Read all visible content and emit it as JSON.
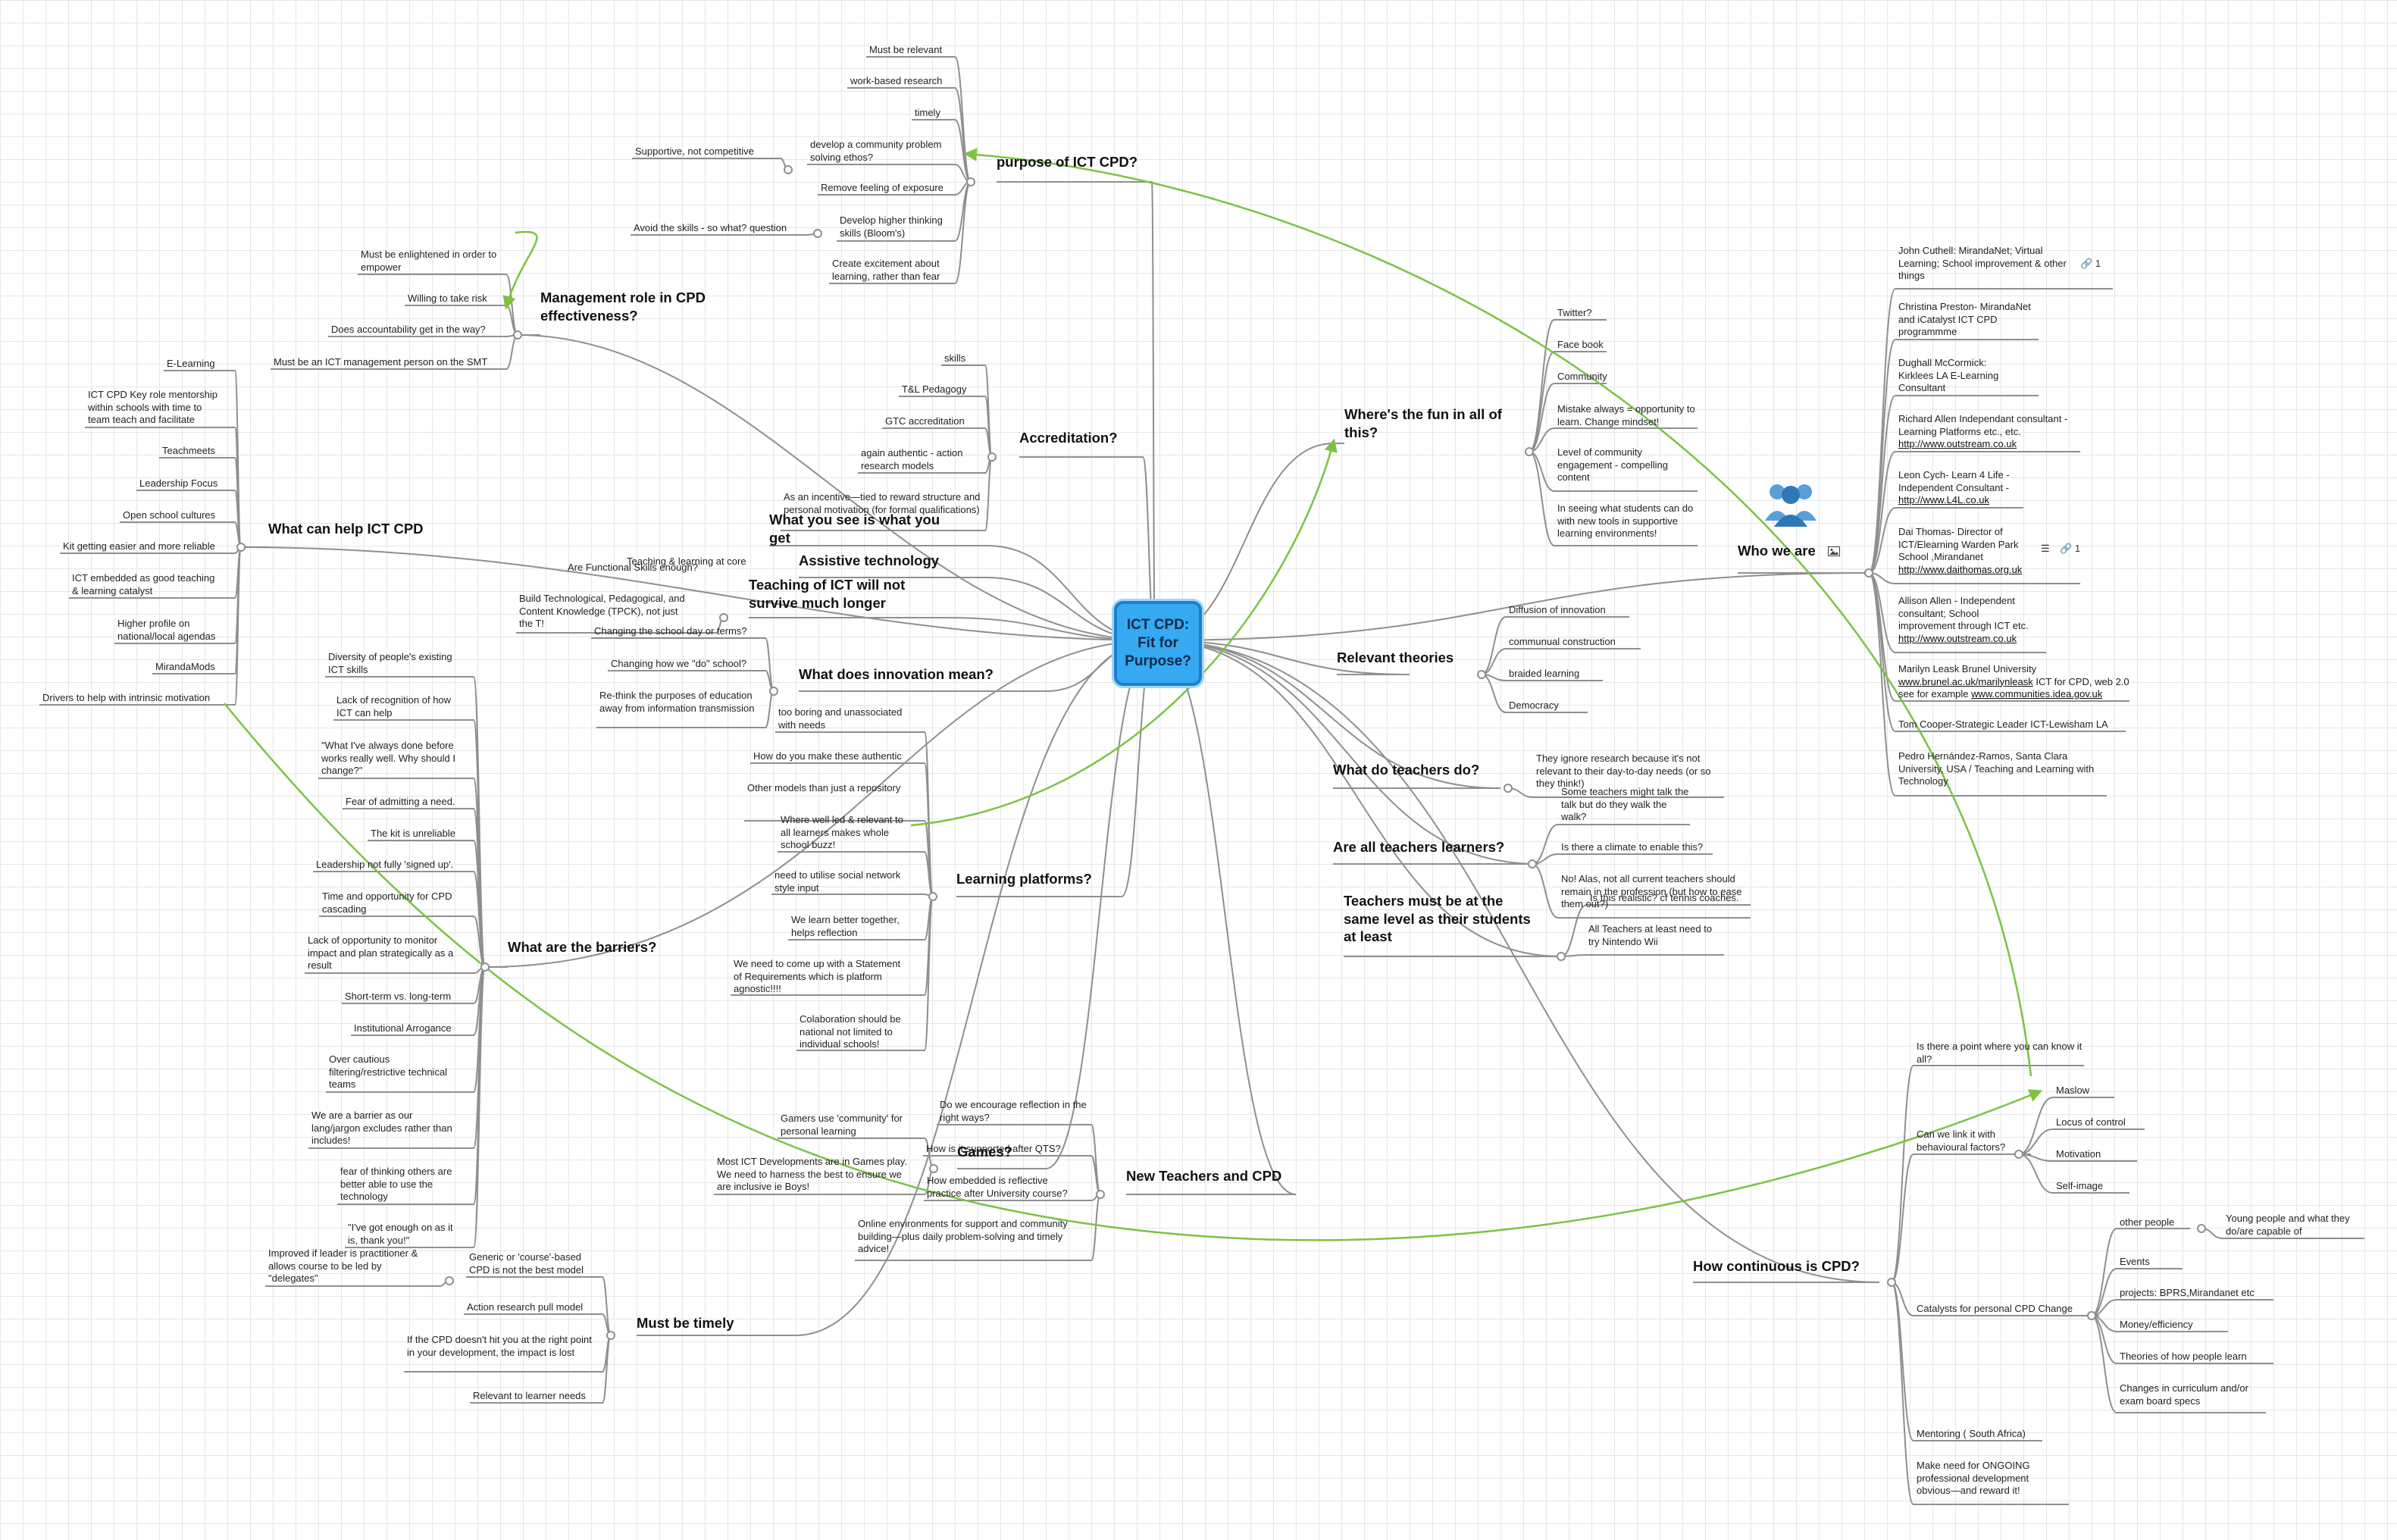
{
  "center": {
    "title": "ICT CPD: Fit for Purpose?"
  },
  "branches": {
    "purpose": {
      "title": "purpose of ICT CPD?",
      "items": [
        "Must be relevant",
        "work-based research",
        "timely",
        "develop a community problem solving ethos?",
        "Remove feeling of exposure",
        "Develop higher thinking skills (Bloom's)",
        "Create excitement about learning, rather than fear"
      ],
      "sub_community": "Supportive, not competitive",
      "sub_bloom": "Avoid the skills - so what? question"
    },
    "management": {
      "title": "Management role in CPD effectiveness?",
      "items": [
        "Must be enlightened in order to empower",
        "Willing to take risk",
        "Does accountability get in the way?",
        "Must be an ICT management person on the SMT"
      ]
    },
    "accreditation": {
      "title": "Accreditation?",
      "items": [
        "skills",
        "T&L Pedagogy",
        "GTC accreditation",
        "again authentic - action research models",
        "As an incentive—tied to reward structure and personal motivation (for formal qualifications)"
      ]
    },
    "helps": {
      "title": "What can help ICT CPD",
      "items": [
        "E-Learning",
        "ICT CPD Key role mentorship within schools with time to team teach and facilitate",
        "Teachmeets",
        "Leadership Focus",
        "Open school cultures",
        "Kit getting easier and more reliable",
        "ICT embedded as good teaching & learning catalyst",
        "Higher profile on national/local agendas",
        "MirandaMods",
        "Drivers to help with intrinsic motivation"
      ]
    },
    "see": {
      "title": "What you see is what you get",
      "items": [
        "Teaching & learning at core"
      ]
    },
    "assistive": {
      "title": "Assistive technology",
      "items": [
        "Are Functional Skills enough?"
      ]
    },
    "teachingict": {
      "title": "Teaching of ICT will not survive much longer",
      "items": [
        "Build Technological, Pedagogical, and Content Knowledge (TPCK), not just the T!"
      ]
    },
    "innovation": {
      "title": "What does innovation mean?",
      "items": [
        "Changing the school day or terms?",
        "Changing how we \"do\" school?",
        "Re-think the purposes of education away from information transmission"
      ]
    },
    "platforms": {
      "title": "Learning platforms?",
      "items": [
        "too boring and unassociated with needs",
        "How do you make these authentic",
        "Other models than just a repository",
        "Where well led & relevant to all learners makes whole school buzz!",
        "need to utilise social network style input",
        "We learn better together, helps reflection",
        "We need to come up with a Statement of Requirements which is platform agnostic!!!!",
        "Colaboration should be national not limited to individual schools!"
      ]
    },
    "barriers": {
      "title": "What are the barriers?",
      "items": [
        "Diversity of people's existing ICT skills",
        "Lack of recognition of how ICT can help",
        "\"What I've always done before works really well. Why should I change?\"",
        "Fear of admitting a need.",
        "The kit is unreliable",
        "Leadership not fully 'signed up'.",
        "Time and opportunity for CPD cascading",
        "Lack of opportunity to monitor impact and plan strategically as a result",
        "Short-term vs. long-term",
        "Institutional Arrogance",
        "Over cautious filtering/restrictive technical teams",
        "We are a barrier as our lang/jargon excludes rather than includes!",
        "fear of thinking others are better able to use the technology",
        "\"I've got enough on as it is, thank you!\""
      ]
    },
    "games": {
      "title": "Games?",
      "items": [
        "Gamers use 'community' for personal learning",
        "Most ICT Developments are in Games play. We need to harness the best to ensure we are inclusive ie Boys!"
      ]
    },
    "newteachers": {
      "title": "New Teachers and CPD",
      "items": [
        "Do we encourage reflection in the right ways?",
        "How is it supported after QTS?",
        "How embedded is reflective practice after University course?",
        "Online environments for support and community building—plus daily problem-solving and timely advice!"
      ]
    },
    "timely": {
      "title": "Must be timely",
      "items": [
        "Generic or 'course'-based CPD is not the best model",
        "Action research pull model",
        "If the CPD doesn't hit you at the right point in your development, the impact is lost",
        "Relevant to learner needs"
      ],
      "sub_generic": "Improved if leader is practitioner & allows course to be led by \"delegates\""
    },
    "fun": {
      "title": "Where's the fun in all of this?",
      "items": [
        "Twitter?",
        "Face book",
        "Community",
        "Mistake always = opportunity to learn.  Change mindset!",
        "Level of community engagement - compelling content",
        "In seeing what students can do with new tools in supportive learning environments!"
      ]
    },
    "who": {
      "title": "Who we are",
      "link_count": "1",
      "people": [
        {
          "text": "John Cuthell: MirandaNet; Virtual Learning; School improvement & other things",
          "link": ""
        },
        {
          "text": "Christina Preston- MirandaNet and iCatalyst ICT CPD programmme",
          "link": ""
        },
        {
          "text": "Dughall McCormick: Kirklees LA E-Learning Consultant",
          "link": ""
        },
        {
          "text": "Richard Allen  Independant consultant - Learning Platforms etc., etc.",
          "link": "http://www.outstream.co.uk"
        },
        {
          "text": "Leon Cych- Learn 4 Life - Independent Consultant -",
          "link": "http://www.L4L.co.uk"
        },
        {
          "text": "Dai Thomas- Director of ICT/Elearning Warden Park School ,Mirandanet",
          "link": "http://www.daithomas.org.uk"
        },
        {
          "text": "Allison Allen - Independent consultant; School improvement through ICT etc.",
          "link": "http://www.outstream.co.uk"
        },
        {
          "text": "Marilyn Leask Brunel University",
          "link": ""
        },
        {
          "text": "Tom Cooper-Strategic Leader ICT-Lewisham LA",
          "link": ""
        },
        {
          "text": "Pedro Hernández-Ramos, Santa Clara University, USA / Teaching and Learning with Technology",
          "link": ""
        }
      ],
      "marilyn_link1": "www.brunel.ac.uk/marilynleask",
      "marilyn_mid": " ICT for CPD, web 2.0 see for example ",
      "marilyn_link2": "www.communities.idea.gov.uk",
      "john_count": "1",
      "dai_count": "1"
    },
    "theories": {
      "title": "Relevant theories",
      "items": [
        "Diffusion of innovation",
        "communual construction",
        "braided learning",
        "Democracy"
      ]
    },
    "teachersdo": {
      "title": "What do teachers do?",
      "items": [
        "They ignore research because it's not relevant to their day-to-day needs (or so they think!)"
      ]
    },
    "learners": {
      "title": "Are all teachers learners?",
      "items": [
        "Some teachers might talk the talk but do they walk the walk?",
        "Is there a climate to enable this?",
        "No! Alas, not all current teachers should remain in the profession (but how to ease them out?)"
      ]
    },
    "samelevel": {
      "title": "Teachers must be at the same level as their students at least",
      "items": [
        "Is this realistic? cf tennis coaches.",
        "All Teachers at least need  to try Nintendo Wii"
      ]
    },
    "continuous": {
      "title": "How continuous is CPD?",
      "items": [
        "Is there a point where you can know it all?",
        "Can we link it with behavioural factors?",
        "Catalysts for personal CPD Change",
        "Mentoring ( South Africa)",
        "Make need for ONGOING professional development obvious—and reward it!"
      ],
      "behavioural": [
        "Maslow",
        "Locus of control",
        "Motivation",
        "Self-image"
      ],
      "catalysts": [
        "other people",
        "Events",
        "projects: BPRS,Mirandanet etc",
        "Money/efficiency",
        "Theories of how people learn",
        "Changes in curriculum and/or exam board specs"
      ],
      "other_people": "Young people and what they do/are capable of"
    }
  },
  "colors": {
    "center_fill": "#35a9f2",
    "center_border": "#1f7fcc",
    "relation": "#7cc243",
    "branch_line": "#8a8a8a"
  }
}
